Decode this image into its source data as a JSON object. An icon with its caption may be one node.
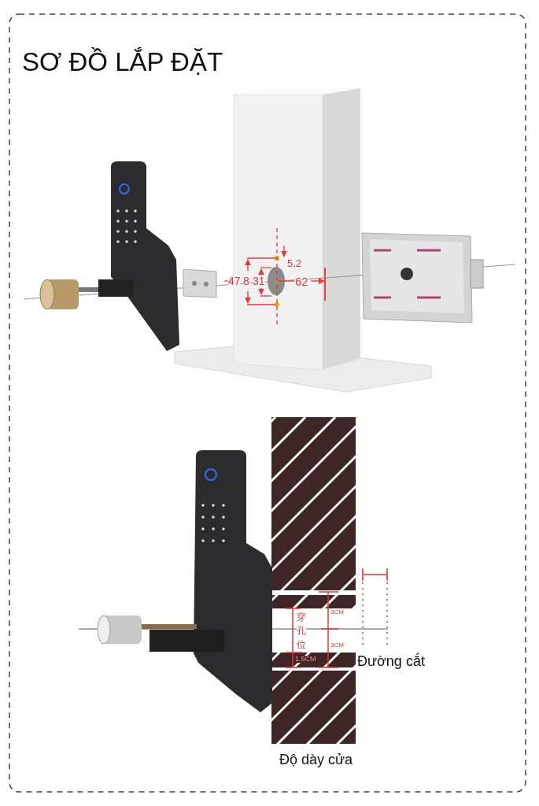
{
  "diagram": {
    "title": "SƠ ĐỒ LẮP ĐẶT",
    "labels": [
      "5.2",
      "47",
      "8",
      "31",
      "62",
      "3CM",
      "穿孔位",
      "3CM",
      "1.5CM",
      "Đường cắt",
      "Độ dày cửa"
    ]
  }
}
